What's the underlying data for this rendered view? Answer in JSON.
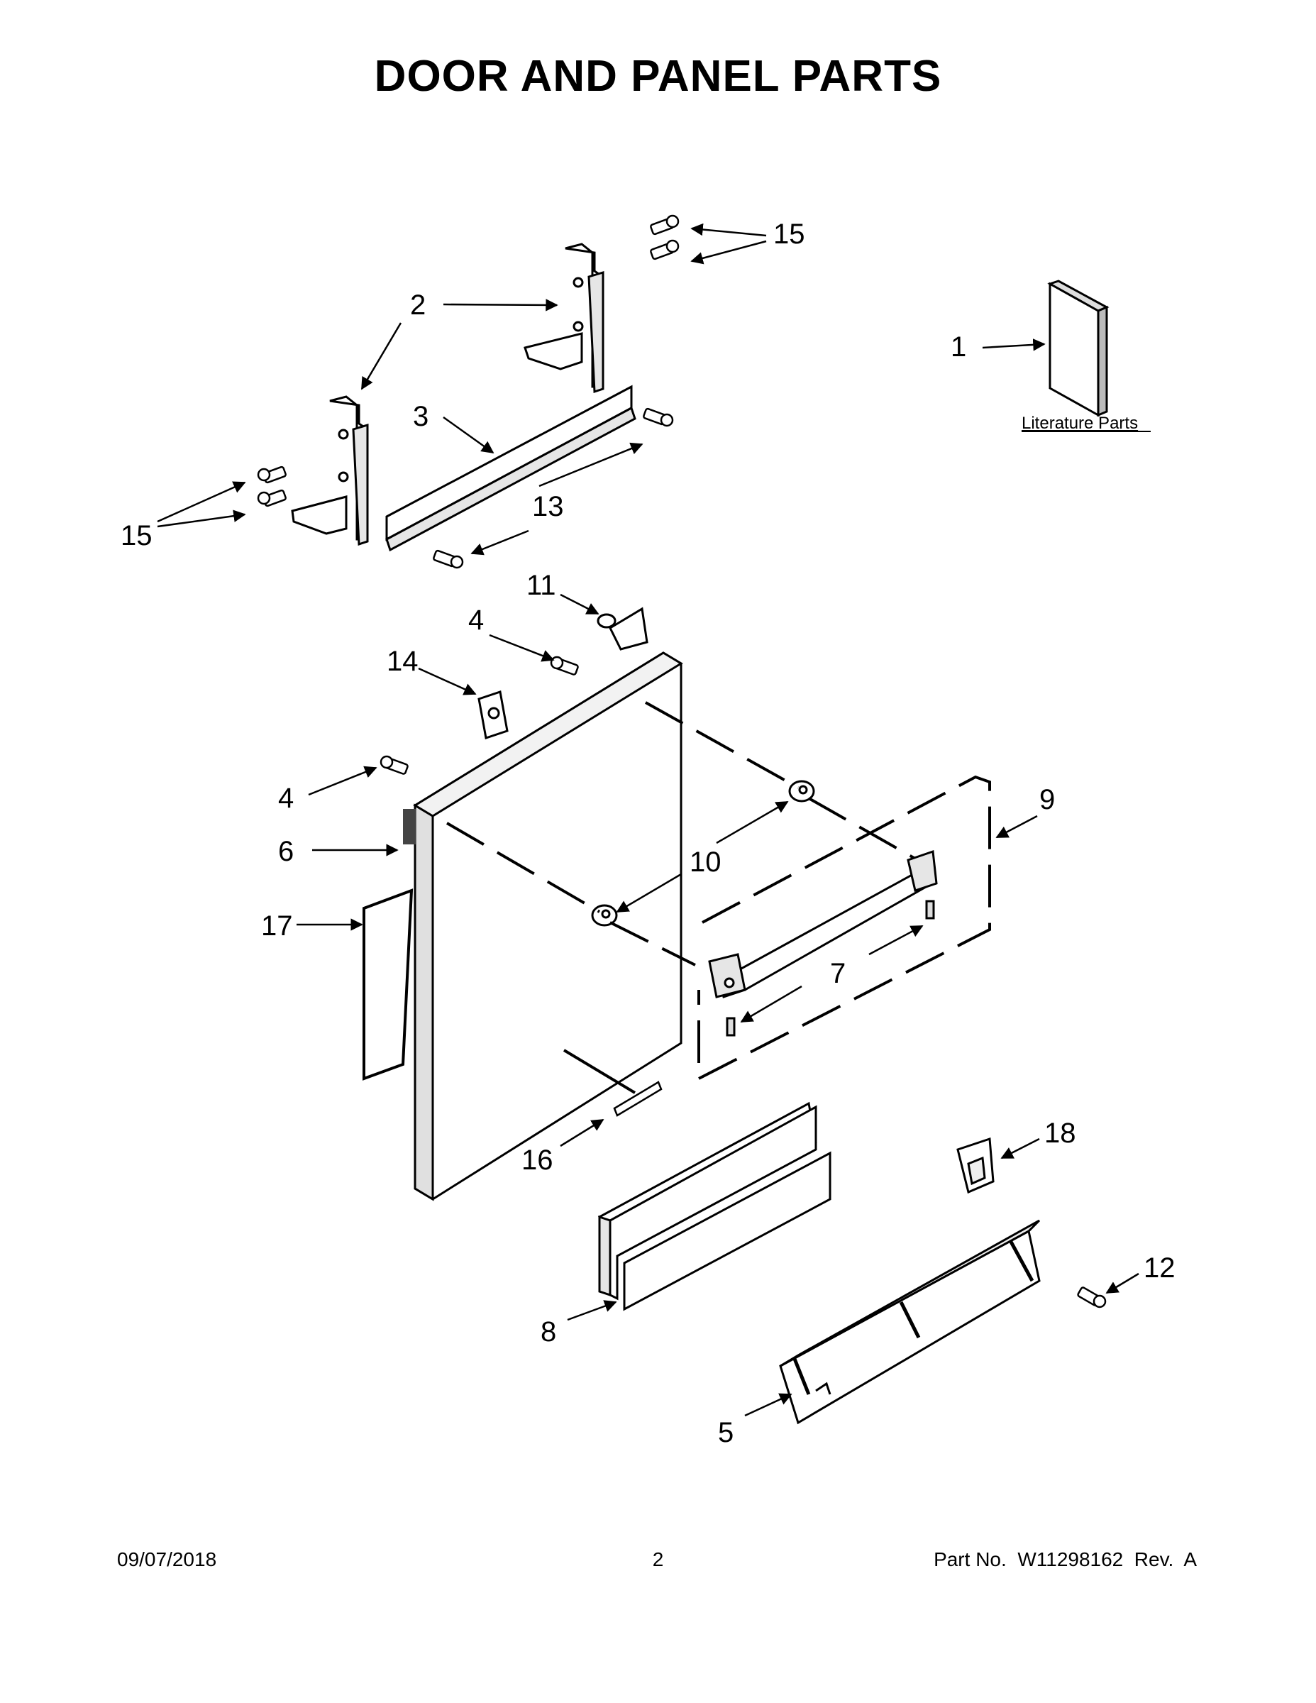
{
  "page": {
    "title": "DOOR AND PANEL PARTS",
    "literature_label": "Literature Parts"
  },
  "callouts": {
    "c1": "1",
    "c2": "2",
    "c3": "3",
    "c4a": "4",
    "c4b": "4",
    "c5": "5",
    "c6": "6",
    "c7": "7",
    "c8": "8",
    "c9": "9",
    "c10": "10",
    "c11": "11",
    "c12": "12",
    "c13": "13",
    "c14": "14",
    "c15a": "15",
    "c15b": "15",
    "c16": "16",
    "c17": "17",
    "c18": "18"
  },
  "footer": {
    "date": "09/07/2018",
    "page_number": "2",
    "part_number": "Part No.  W11298162  Rev.  A"
  }
}
